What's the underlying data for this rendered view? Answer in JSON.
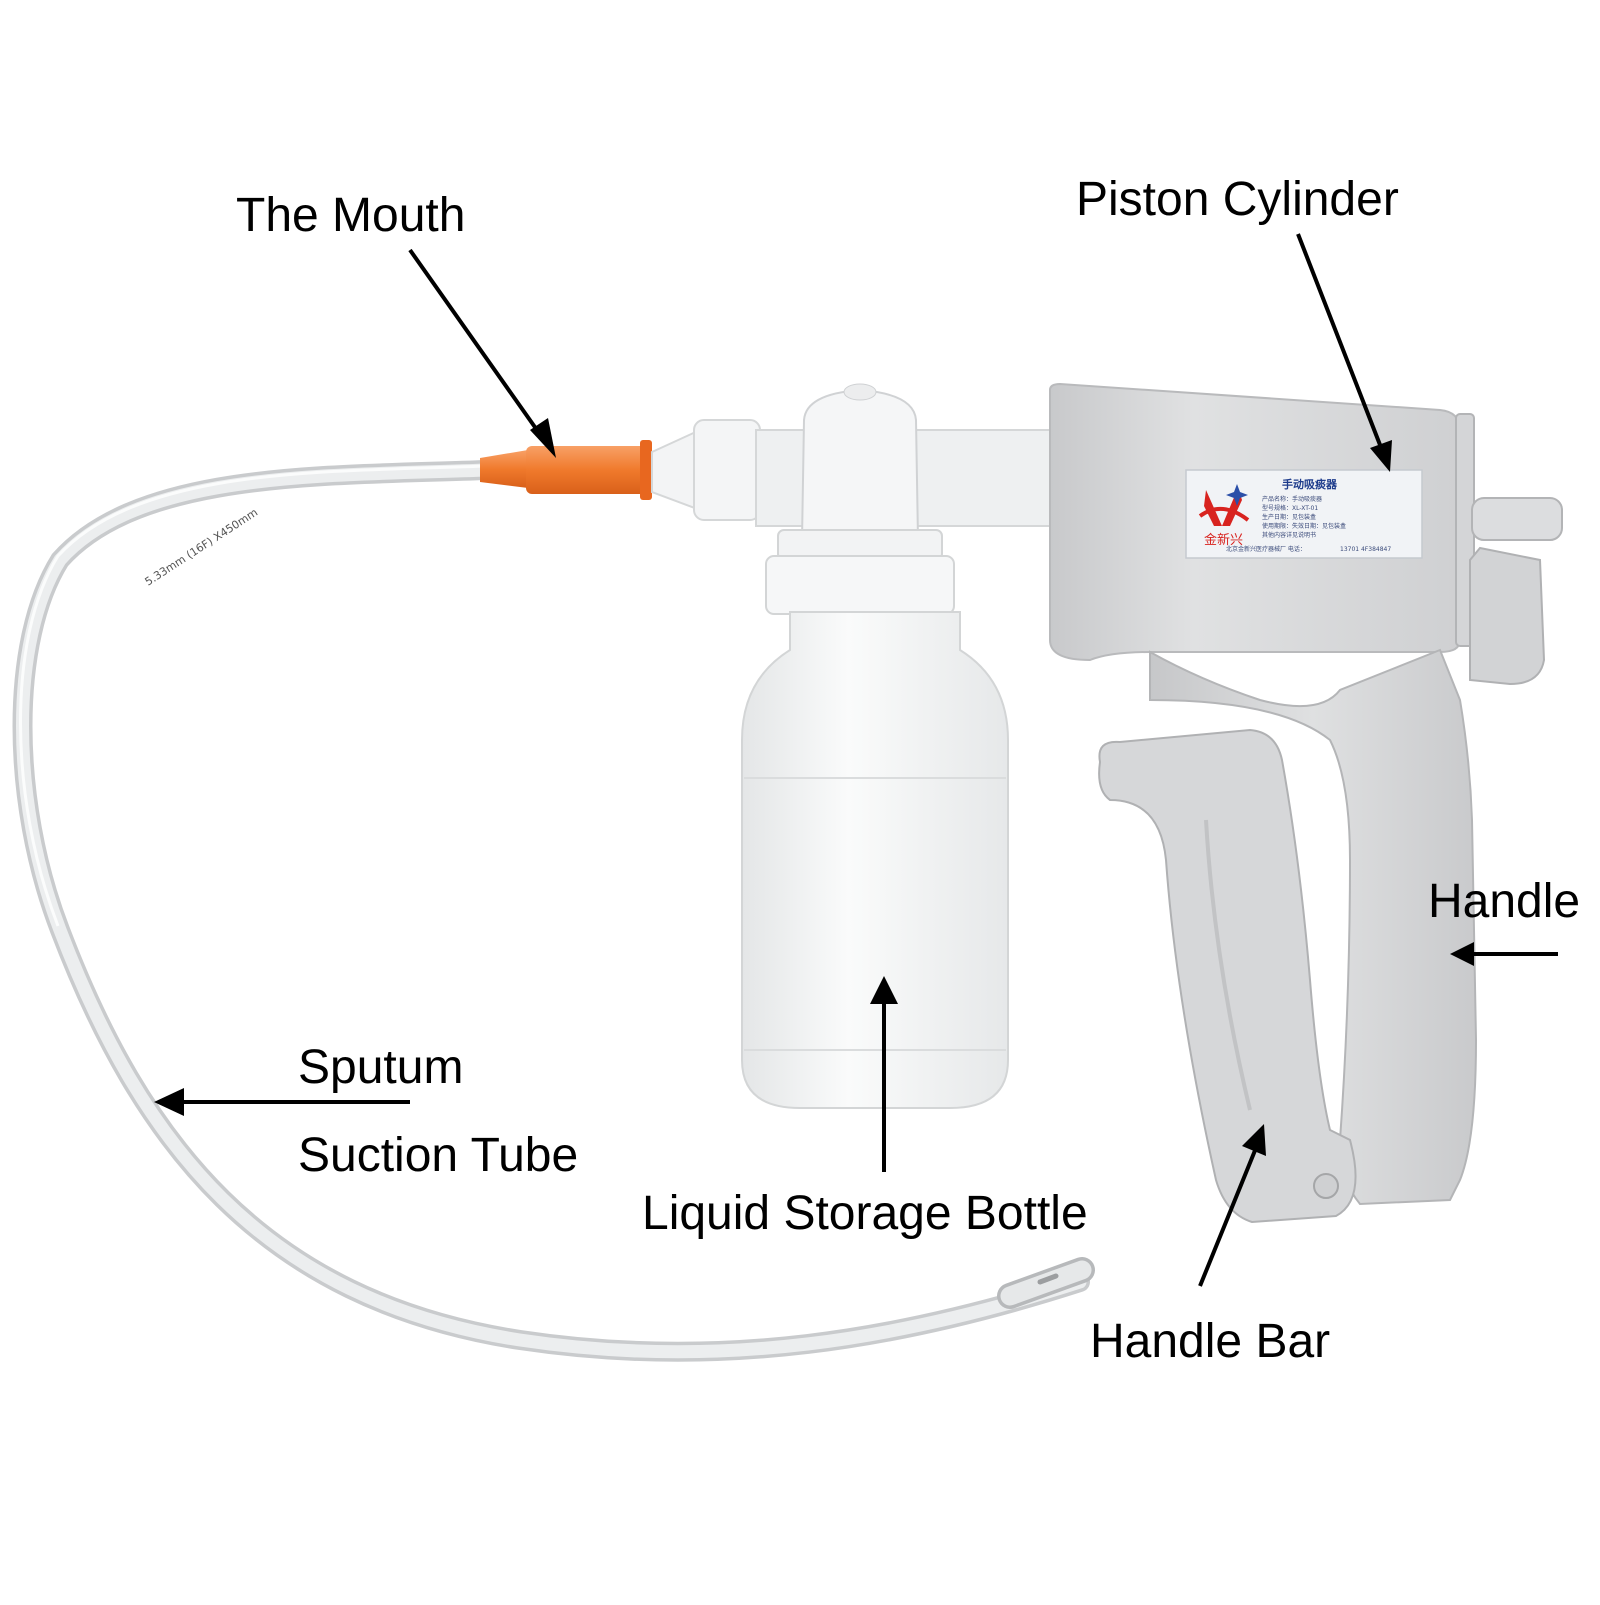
{
  "labels": {
    "mouth": "The Mouth",
    "piston_cylinder": "Piston Cylinder",
    "handle": "Handle",
    "sputum_line1": "Sputum",
    "sputum_line2": "Suction Tube",
    "bottle": "Liquid Storage Bottle",
    "handle_bar": "Handle Bar"
  },
  "tube_marking": "5.33mm (16F) X450mm",
  "sticker": {
    "brand": "金新兴",
    "title": "手动吸痰器",
    "line1": "产品名称：手动吸痰器",
    "line2": "型号规格：XL-XT-01",
    "line3": "生产日期：见包装盒",
    "line4": "使用期限：失效日期：见包装盒",
    "line5": "其他内容详见说明书",
    "line6": "北京金新兴医疗器械厂  电话：",
    "phone": "13701 4F384847"
  },
  "colors": {
    "background": "#ffffff",
    "text": "#000000",
    "device_body": "#d9d9da",
    "device_shadow": "#b8b9bb",
    "tip_orange": "#f07a2c",
    "bottle": "#eef0f1",
    "tube": "#e2e4e5",
    "logo_red": "#d8231f"
  }
}
